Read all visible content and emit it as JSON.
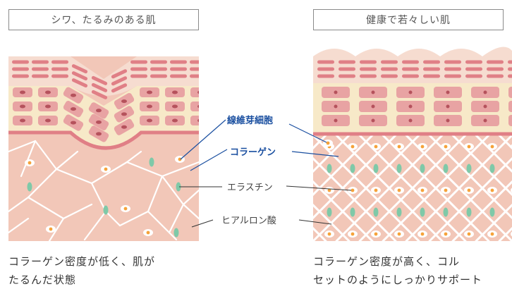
{
  "left_panel": {
    "title": "シワ、たるみのある肌",
    "caption_line1": "コラーゲン密度が低く、肌が",
    "caption_line2": "たるんだ状態"
  },
  "right_panel": {
    "title": "健康で若々しい肌",
    "caption_line1": "コラーゲン密度が高く、コル",
    "caption_line2": "セットのようにしっかりサポート"
  },
  "labels": {
    "fibroblast": "線維芽細胞",
    "collagen": "コラーゲン",
    "elastin": "エラスチン",
    "hyaluronic_acid": "ヒアルロン酸"
  },
  "colors": {
    "label_blue": "#1a4fa0",
    "dermis": "#f2c7b8",
    "epidermis": "#f6dcd0",
    "cell_layer": "#f7e9c8",
    "cell": "#e8a3a3",
    "stripe": "#e07f86",
    "elastin": "#7fc9a8",
    "fibroblast_core": "#f5a23a"
  }
}
